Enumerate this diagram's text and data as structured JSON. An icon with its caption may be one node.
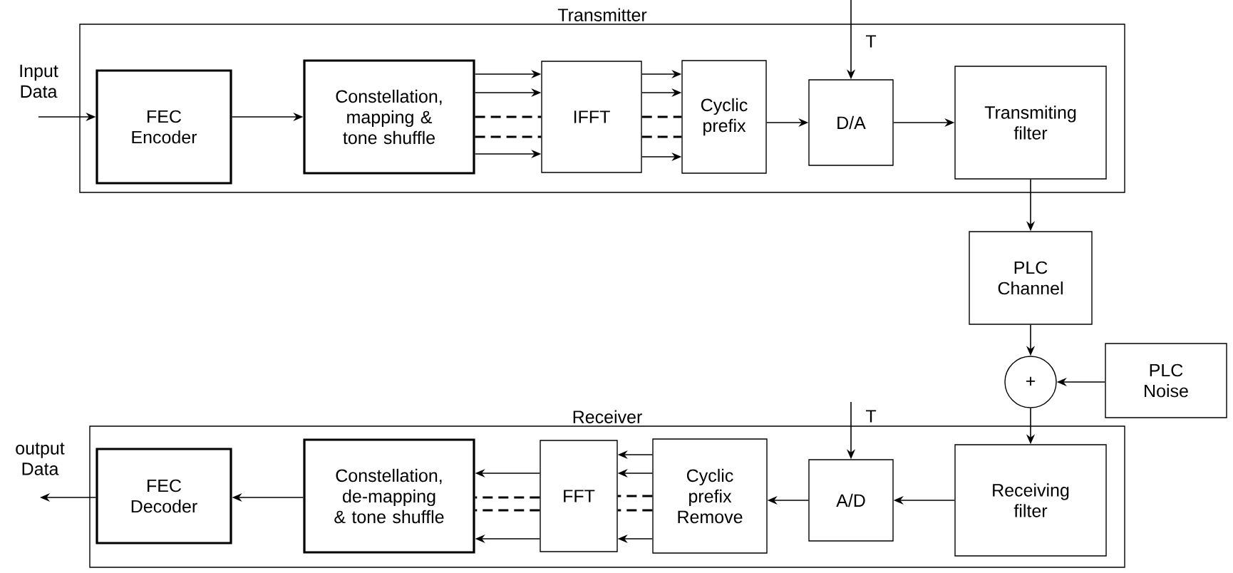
{
  "diagram": {
    "nodes": [
      {
        "text": [
          "Transmitter"
        ]
      },
      {
        "text": [
          "Input Data"
        ]
      },
      {
        "text": [
          "FEC Encoder"
        ],
        "in": 0
      },
      {
        "text": [
          "Constellation, mapping & tone shuffle"
        ],
        "in": 0
      },
      {
        "text": [
          "IFFT"
        ],
        "in": 0
      },
      {
        "text": [
          "Cyclic prefix"
        ],
        "in": 0
      },
      {
        "text": [
          "D/A"
        ],
        "in": 0
      },
      {
        "text": [
          "Transmiting filter"
        ],
        "in": 0
      },
      {
        "text": [
          "PLC Channel"
        ]
      },
      {
        "text": [
          "+"
        ]
      },
      {
        "text": [
          "PLC Noise"
        ]
      },
      {
        "text": [
          "Receiver"
        ]
      },
      {
        "text": [
          "output Data"
        ]
      },
      {
        "text": [
          "FEC Decoder"
        ],
        "in": 11
      },
      {
        "text": [
          "Constellation, de-mapping & tone shuffle"
        ],
        "in": 11
      },
      {
        "text": [
          "FFT"
        ],
        "in": 11
      },
      {
        "text": [
          "Cyclic prefix Remove"
        ],
        "in": 11
      },
      {
        "text": [
          "A/D"
        ],
        "in": 11
      },
      {
        "text": [
          "Receiving filter"
        ],
        "in": 11
      }
    ],
    "edges": [
      {
        "from": 1,
        "to": 2,
        "arrow": "to"
      },
      {
        "from": 2,
        "to": 3,
        "arrow": "to"
      },
      {
        "from": 3,
        "to": 4,
        "arrow": "to"
      },
      {
        "from": 3,
        "to": 4,
        "arrow": "to"
      },
      {
        "from": 3,
        "to": 4,
        "arrow": "none",
        "style": "dashed"
      },
      {
        "from": 3,
        "to": 4,
        "arrow": "none",
        "style": "dashed"
      },
      {
        "from": 3,
        "to": 4,
        "arrow": "to"
      },
      {
        "from": 4,
        "to": 5,
        "arrow": "to"
      },
      {
        "from": 4,
        "to": 5,
        "arrow": "to"
      },
      {
        "from": 4,
        "to": 5,
        "arrow": "none",
        "style": "dashed"
      },
      {
        "from": 4,
        "to": 5,
        "arrow": "none",
        "style": "dashed"
      },
      {
        "from": 4,
        "to": 5,
        "arrow": "to"
      },
      {
        "from": 5,
        "to": 6,
        "arrow": "to"
      },
      {
        "from": null,
        "to": 6,
        "arrow": "to",
        "label": "T"
      },
      {
        "from": 6,
        "to": 7,
        "arrow": "to"
      },
      {
        "from": 7,
        "to": 8,
        "arrow": "to"
      },
      {
        "from": 8,
        "to": 9,
        "arrow": "to"
      },
      {
        "from": 10,
        "to": 9,
        "arrow": "to"
      },
      {
        "from": 9,
        "to": 18,
        "arrow": "to"
      },
      {
        "from": 18,
        "to": 17,
        "arrow": "to"
      },
      {
        "from": null,
        "to": 17,
        "arrow": "to",
        "label": "T"
      },
      {
        "from": 17,
        "to": 16,
        "arrow": "to"
      },
      {
        "from": 16,
        "to": 15,
        "arrow": "to"
      },
      {
        "from": 16,
        "to": 15,
        "arrow": "to"
      },
      {
        "from": 16,
        "to": 15,
        "arrow": "none",
        "style": "dashed"
      },
      {
        "from": 16,
        "to": 15,
        "arrow": "none",
        "style": "dashed"
      },
      {
        "from": 16,
        "to": 15,
        "arrow": "to"
      },
      {
        "from": 15,
        "to": 14,
        "arrow": "to"
      },
      {
        "from": 15,
        "to": 14,
        "arrow": "none",
        "style": "dashed"
      },
      {
        "from": 15,
        "to": 14,
        "arrow": "none",
        "style": "dashed"
      },
      {
        "from": 15,
        "to": 14,
        "arrow": "to"
      },
      {
        "from": 14,
        "to": 13,
        "arrow": "to"
      },
      {
        "from": 13,
        "to": 12,
        "arrow": "to"
      }
    ]
  }
}
